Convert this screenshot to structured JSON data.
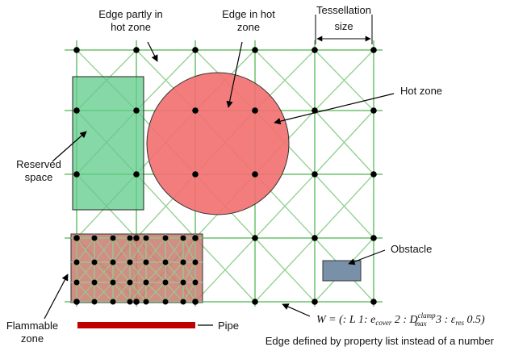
{
  "labels": {
    "edge_partly_line1": "Edge partly in",
    "edge_partly_line2": "hot zone",
    "edge_hot_line1": "Edge in hot",
    "edge_hot_line2": "zone",
    "tess_line1": "Tessellation",
    "tess_line2": "size",
    "hot_zone": "Hot zone",
    "reserved_line1": "Reserved",
    "reserved_line2": "space",
    "obstacle": "Obstacle",
    "flammable_line1": "Flammable",
    "flammable_line2": "zone",
    "pipe": "Pipe",
    "edge_defined": "Edge defined by property list instead of a number",
    "formula": "W = (: L 1: e",
    "formula_sub1": "cover",
    "formula_mid": " 2 : D",
    "formula_sup": "clamp",
    "formula_sub2": "max",
    "formula_mid2": " 3 : ε",
    "formula_sub3": "res",
    "formula_end": " 0.5)"
  },
  "colors": {
    "grid_line": "#8fd18f",
    "node": "#000000",
    "hot_zone": "#f26f6f",
    "reserved_space": "#5fcb8a",
    "flammable_zone": "#c97a6e",
    "obstacle": "#7891a8",
    "pipe": "#c00000"
  }
}
